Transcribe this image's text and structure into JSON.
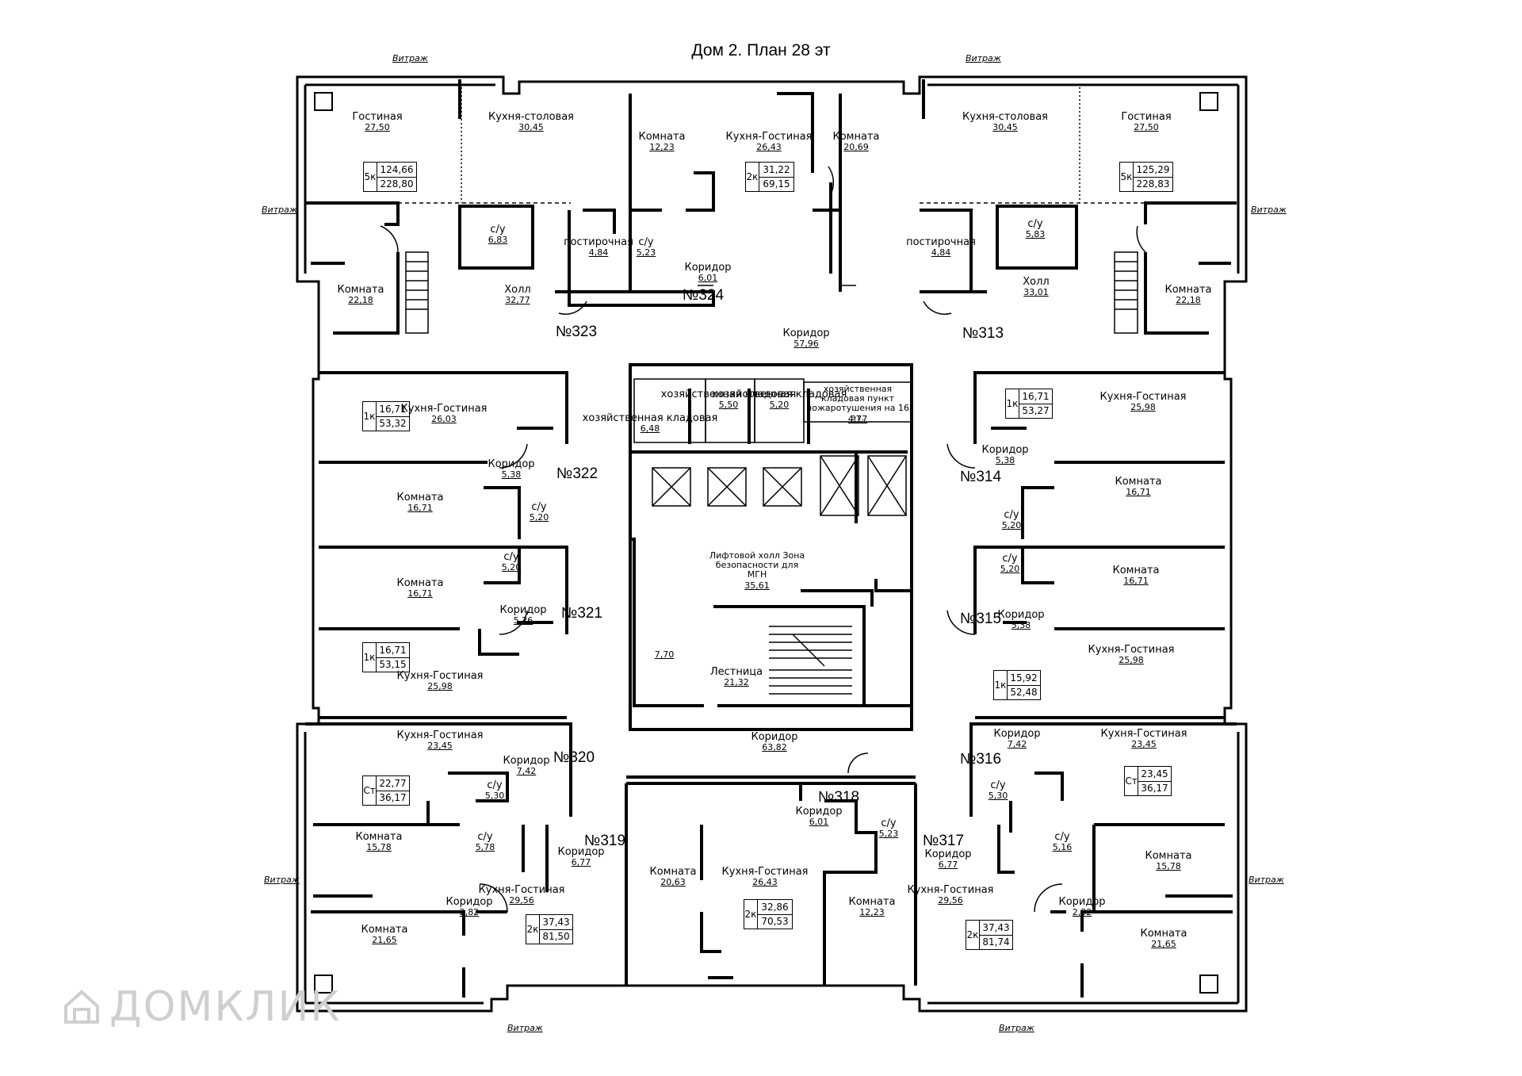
{
  "title": "Дом 2. План 28 эт",
  "vitrazh": "Витраж",
  "watermark": "ДОМКЛИК",
  "apartments": [
    {
      "id": "323",
      "label": "№323",
      "type": "5к",
      "living": "124,66",
      "total": "228,80",
      "rooms": [
        [
          "Гостиная",
          "27,50"
        ],
        [
          "Кухня-столовая",
          "30,45"
        ],
        [
          "с/у",
          "6,83"
        ],
        [
          "Комната",
          "22,18"
        ],
        [
          "Холл",
          "32,77"
        ],
        [
          "постирочная",
          "4,84"
        ]
      ]
    },
    {
      "id": "324",
      "label": "№324",
      "type": "2к",
      "living": "31,22",
      "total": "69,15",
      "rooms": [
        [
          "Комната",
          "12,23"
        ],
        [
          "Кухня-Гостиная",
          "26,43"
        ],
        [
          "Комната",
          "20,69"
        ],
        [
          "с/у",
          "5,23"
        ],
        [
          "Коридор",
          "6,01"
        ]
      ]
    },
    {
      "id": "313",
      "label": "№313",
      "type": "5к",
      "living": "125,29",
      "total": "228,83",
      "rooms": [
        [
          "Кухня-столовая",
          "30,45"
        ],
        [
          "Гостиная",
          "27,50"
        ],
        [
          "с/у",
          "5,83"
        ],
        [
          "постирочная",
          "4,84"
        ],
        [
          "Холл",
          "33,01"
        ],
        [
          "Комната",
          "22,18"
        ]
      ]
    },
    {
      "id": "322",
      "label": "№322",
      "type": "1к",
      "living": "16,71",
      "total": "53,32",
      "rooms": [
        [
          "Кухня-Гостиная",
          "26,03"
        ],
        [
          "Коридор",
          "5,38"
        ],
        [
          "Комната",
          "16,71"
        ],
        [
          "с/у",
          "5,20"
        ]
      ]
    },
    {
      "id": "321",
      "label": "№321",
      "type": "1к",
      "living": "16,71",
      "total": "53,15",
      "rooms": [
        [
          "с/у",
          "5,20"
        ],
        [
          "Комната",
          "16,71"
        ],
        [
          "Коридор",
          "5,26"
        ],
        [
          "Кухня-Гостиная",
          "25,98"
        ]
      ]
    },
    {
      "id": "314",
      "label": "№314",
      "type": "1к",
      "living": "16,71",
      "total": "53,27",
      "rooms": [
        [
          "Кухня-Гостиная",
          "25,98"
        ],
        [
          "Коридор",
          "5,38"
        ],
        [
          "Комната",
          "16,71"
        ],
        [
          "с/у",
          "5,20"
        ]
      ]
    },
    {
      "id": "315",
      "label": "№315",
      "type": "1к",
      "living": "15,92",
      "total": "52,48",
      "rooms": [
        [
          "с/у",
          "5,20"
        ],
        [
          "Комната",
          "16,71"
        ],
        [
          "Коридор",
          "5,38"
        ],
        [
          "Кухня-Гостиная",
          "25,98"
        ]
      ]
    },
    {
      "id": "320",
      "label": "№320",
      "type": "Ст",
      "living": "22,77",
      "total": "36,17",
      "rooms": [
        [
          "Кухня-Гостиная",
          "23,45"
        ],
        [
          "Коридор",
          "7,42"
        ],
        [
          "с/у",
          "5,30"
        ]
      ]
    },
    {
      "id": "316",
      "label": "№316",
      "type": "Ст",
      "living": "23,45",
      "total": "36,17",
      "rooms": [
        [
          "Коридор",
          "7,42"
        ],
        [
          "Кухня-Гостиная",
          "23,45"
        ],
        [
          "с/у",
          "5,30"
        ]
      ]
    },
    {
      "id": "319",
      "label": "№319",
      "type": "2к",
      "living": "37,43",
      "total": "81,50",
      "rooms": [
        [
          "Комната",
          "15,78"
        ],
        [
          "с/у",
          "5,78"
        ],
        [
          "Коридор",
          "6,77"
        ],
        [
          "Кухня-Гостиная",
          "29,56"
        ],
        [
          "Коридор",
          "2,82"
        ],
        [
          "Комната",
          "21,65"
        ]
      ]
    },
    {
      "id": "318",
      "label": "№318",
      "type": "2к",
      "living": "32,86",
      "total": "70,53",
      "rooms": [
        [
          "Коридор",
          "6,01"
        ],
        [
          "с/у",
          "5,23"
        ],
        [
          "Комната",
          "20,63"
        ],
        [
          "Кухня-Гостиная",
          "26,43"
        ],
        [
          "Комната",
          "12,23"
        ]
      ]
    },
    {
      "id": "317",
      "label": "№317",
      "type": "2к",
      "living": "37,43",
      "total": "81,74",
      "rooms": [
        [
          "с/у",
          "5,16"
        ],
        [
          "Коридор",
          "6,77"
        ],
        [
          "Кухня-Гостиная",
          "29,56"
        ],
        [
          "Коридор",
          "2,82"
        ],
        [
          "Комната",
          "15,78"
        ],
        [
          "Комната",
          "21,65"
        ]
      ]
    }
  ],
  "common": [
    [
      "Коридор",
      "57,96"
    ],
    [
      "хозяйственная кладовая",
      "6,48"
    ],
    [
      "хозяйственная кладовая",
      "5,50"
    ],
    [
      "хозяйственная кладовая",
      "5,20"
    ],
    [
      "хозяйственная кладовая пункт пожаротушения на 16 эт.",
      "4,77"
    ],
    [
      "Лифтовой холл Зона безопасности для МГН",
      "35,61"
    ],
    [
      "",
      "7,70"
    ],
    [
      "Лестница",
      "21,32"
    ],
    [
      "Коридор",
      "63,82"
    ]
  ]
}
